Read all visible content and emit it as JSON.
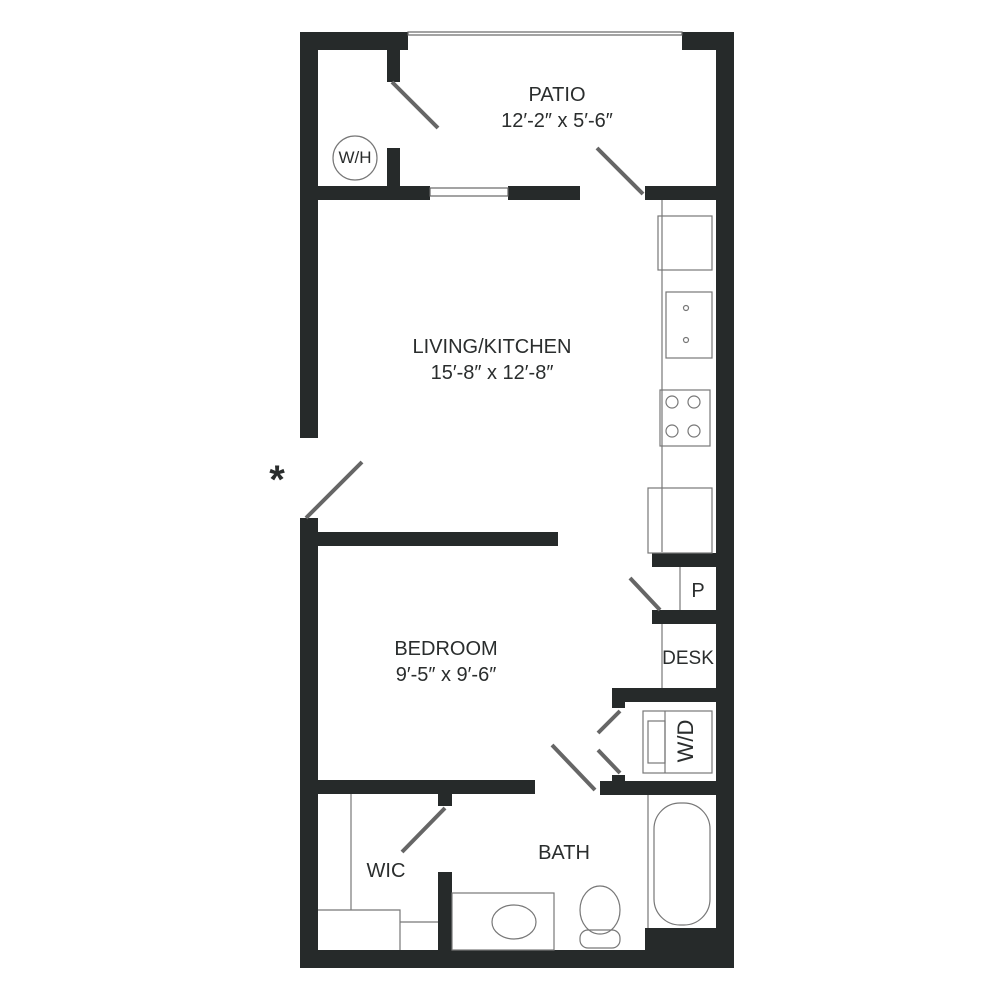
{
  "colors": {
    "wall": "#262a2a",
    "line": "#555555",
    "background": "#ffffff"
  },
  "rooms": [
    {
      "name": "PATIO",
      "size": "12′-2″ x 5′-6″"
    },
    {
      "name": "LIVING/KITCHEN",
      "size": "15′-8″ x 12′-8″"
    },
    {
      "name": "BEDROOM",
      "size": "9′-5″ x 9′-6″"
    },
    {
      "name": "WIC"
    },
    {
      "name": "BATH"
    },
    {
      "name": "P"
    },
    {
      "name": "DESK"
    }
  ],
  "fixtures": {
    "water_heater": "W/H",
    "washer_dryer": "W/D"
  },
  "entry_marker": "*"
}
